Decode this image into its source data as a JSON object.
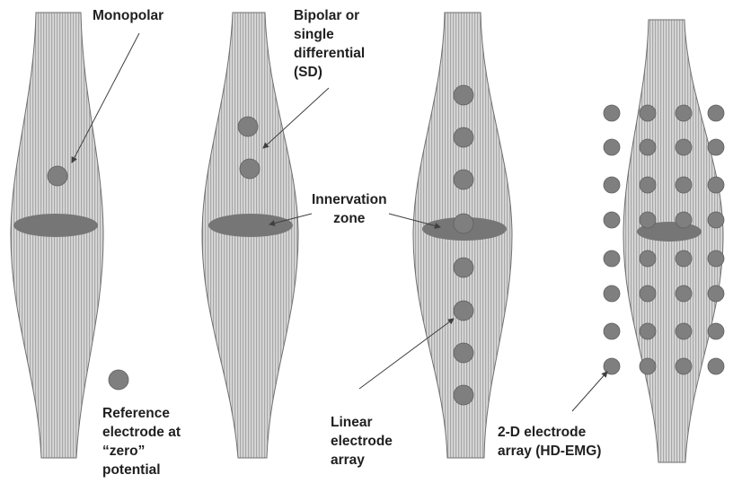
{
  "colors": {
    "muscle_fill": "#d9d9d9",
    "muscle_fiber": "#8c8c8c",
    "muscle_outline": "#6f6f6f",
    "electrode": "#7f7f7f",
    "innervation_zone": "#767676",
    "label_text": "#1f1f1f",
    "leader_line": "#404040"
  },
  "labels": {
    "monopolar": "Monopolar",
    "bipolar": "Bipolar or\nsingle\ndifferential\n(SD)",
    "innervation": "Innervation\nzone",
    "reference": "Reference\nelectrode at\n“zero”\npotential",
    "linear": "Linear\nelectrode\narray",
    "hd_emg": "2-D electrode\narray  (HD-EMG)"
  },
  "electrode_configurations": [
    {
      "name": "monopolar",
      "electrode_count": 1,
      "reference_electrode_count": 1
    },
    {
      "name": "bipolar",
      "electrode_count": 2
    },
    {
      "name": "linear",
      "electrode_count": 8
    },
    {
      "name": "2d",
      "rows": 8,
      "columns": 4
    }
  ]
}
